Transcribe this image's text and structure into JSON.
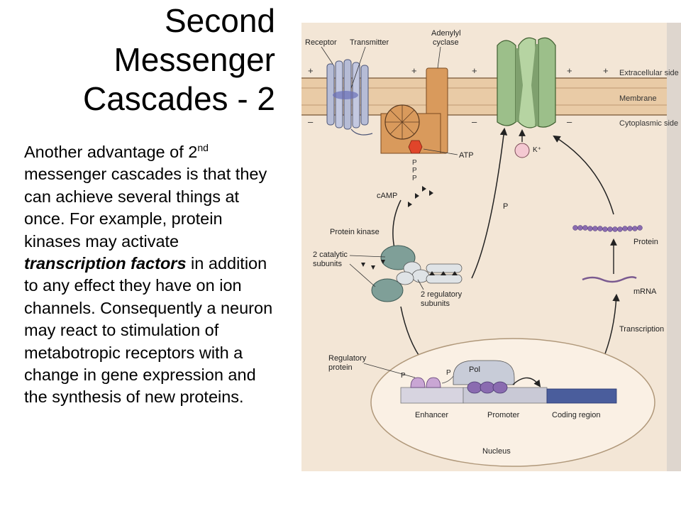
{
  "slide": {
    "title_lines": [
      "Second",
      "Messenger",
      "Cascades - 2"
    ],
    "body": {
      "part1": "Another advantage of 2",
      "sup": "nd",
      "part2": " messenger cascades is that they can achieve several things at once. For example, protein kinases may activate ",
      "emphasis": "transcription factors",
      "part3": " in addition to any effect they have on ion channels. Consequently a neuron may react to stimulation of metabotropic receptors with a change in gene expression and the synthesis of new proteins."
    }
  },
  "figure": {
    "labels": {
      "receptor": "Receptor",
      "transmitter": "Transmitter",
      "adenylyl_1": "Adenylyl",
      "adenylyl_2": "cyclase",
      "extracellular": "Extracellular side",
      "membrane": "Membrane",
      "cytoplasmic": "Cytoplasmic side",
      "atp": "ATP",
      "ppp": [
        "P",
        "P",
        "P"
      ],
      "k_ion": "K⁺",
      "camp": "cAMP",
      "p_phosphate": "P",
      "protein_kinase": "Protein kinase",
      "catalytic_1": "2 catalytic",
      "catalytic_2": "subunits",
      "regulatory_1": "2 regulatory",
      "regulatory_2": "subunits",
      "protein": "Protein",
      "mrna": "mRNA",
      "transcription": "Transcription",
      "regulatory_protein_1": "Regulatory",
      "regulatory_protein_2": "protein",
      "p_left": "P",
      "p_right": "P",
      "pol": "Pol",
      "enhancer": "Enhancer",
      "promoter": "Promoter",
      "coding_region": "Coding region",
      "nucleus": "Nucleus",
      "plus": "+",
      "minus": "–"
    },
    "colors": {
      "background": "#f3e6d6",
      "membrane": "#e9cba6",
      "channel": "#9cbf8a",
      "receptor": "#b6bcd6",
      "cyclase": "#d99a5c",
      "kinase_catalytic": "#7f9f98",
      "kinase_regulatory": "#dfe3e6",
      "protein_chain": "#8a6bb0",
      "coding_region": "#4a5d9c",
      "nucleus_fill": "#faf0e4"
    }
  }
}
